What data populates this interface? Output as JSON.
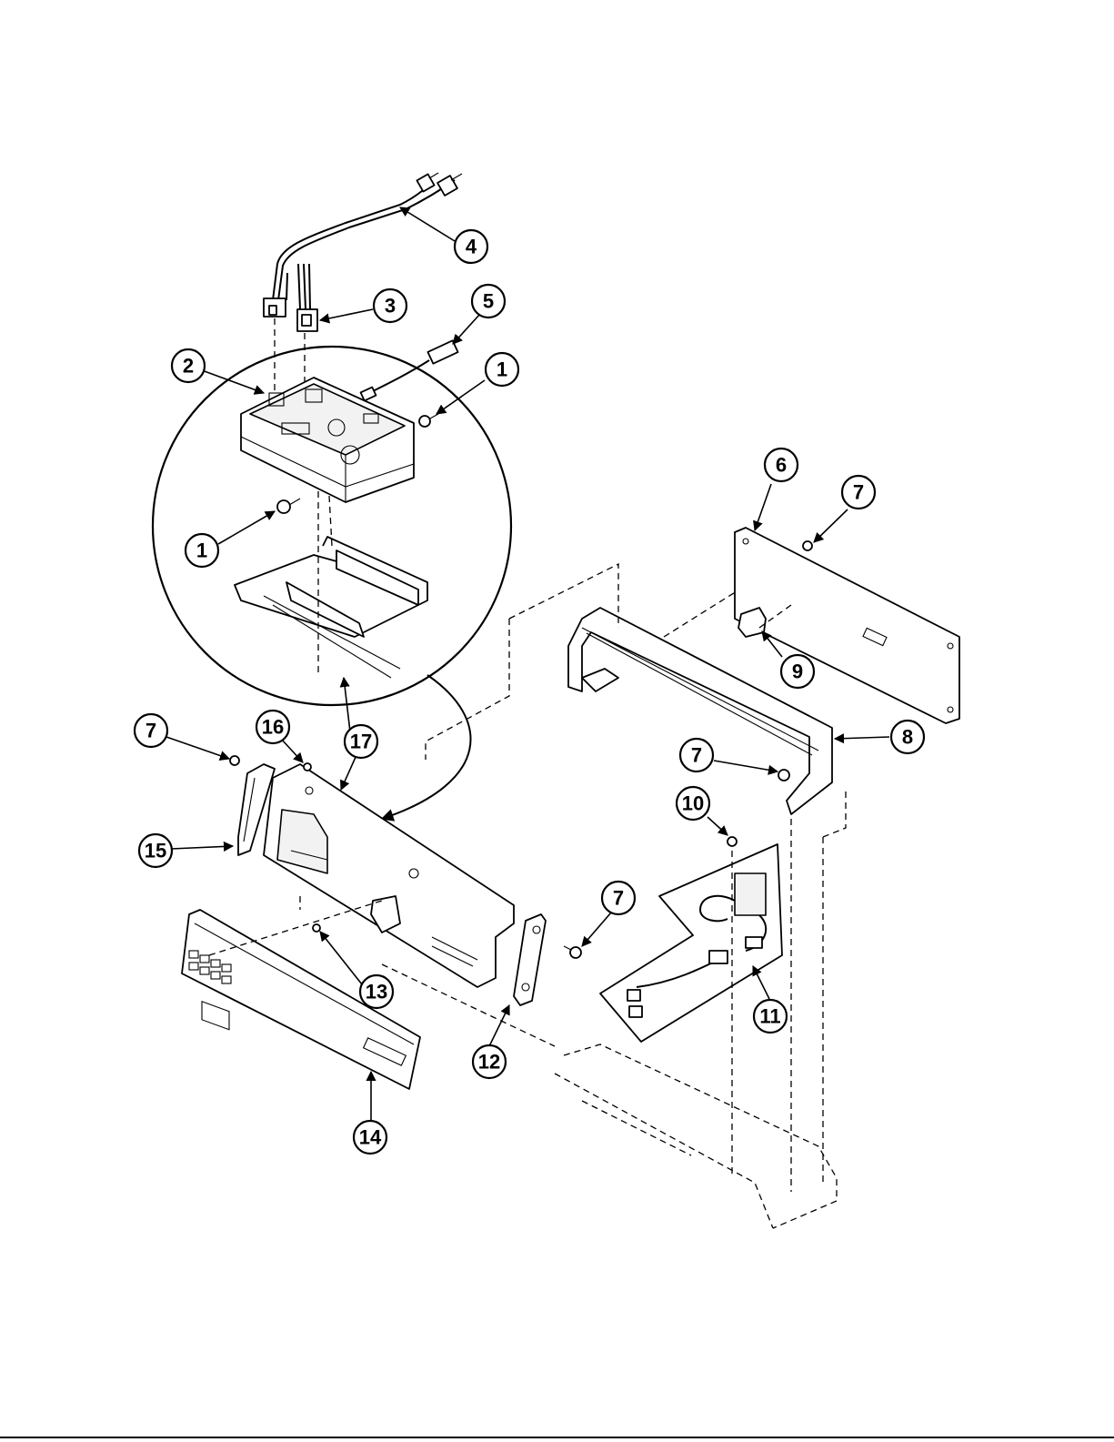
{
  "callouts": [
    {
      "id": "c1a",
      "label": "1"
    },
    {
      "id": "c1b",
      "label": "1"
    },
    {
      "id": "c2",
      "label": "2"
    },
    {
      "id": "c3",
      "label": "3"
    },
    {
      "id": "c4",
      "label": "4"
    },
    {
      "id": "c5",
      "label": "5"
    },
    {
      "id": "c6",
      "label": "6"
    },
    {
      "id": "c7a",
      "label": "7"
    },
    {
      "id": "c7b",
      "label": "7"
    },
    {
      "id": "c7c",
      "label": "7"
    },
    {
      "id": "c7d",
      "label": "7"
    },
    {
      "id": "c8",
      "label": "8"
    },
    {
      "id": "c9",
      "label": "9"
    },
    {
      "id": "c10",
      "label": "10"
    },
    {
      "id": "c11",
      "label": "11"
    },
    {
      "id": "c12",
      "label": "12"
    },
    {
      "id": "c13",
      "label": "13"
    },
    {
      "id": "c14",
      "label": "14"
    },
    {
      "id": "c15",
      "label": "15"
    },
    {
      "id": "c16",
      "label": "16"
    },
    {
      "id": "c17",
      "label": "17"
    }
  ]
}
